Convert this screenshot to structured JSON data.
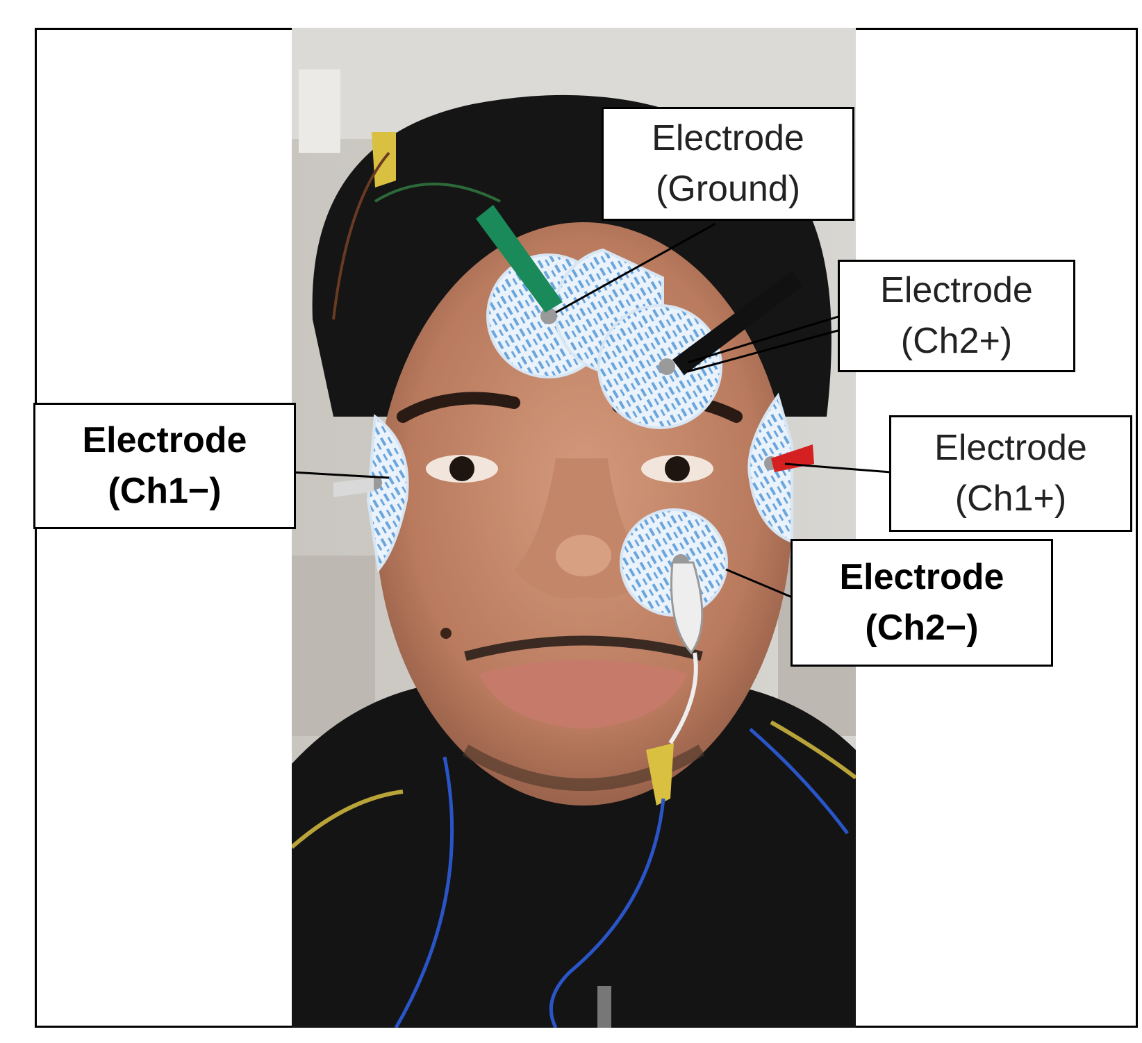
{
  "figure": {
    "labels": [
      {
        "id": "ground",
        "line1": "Electrode",
        "line2": "(Ground)"
      },
      {
        "id": "ch2plus",
        "line1": "Electrode",
        "line2": "(Ch2+)"
      },
      {
        "id": "ch1minus",
        "line1": "Electrode",
        "line2": "(Ch1−)"
      },
      {
        "id": "ch1plus",
        "line1": "Electrode",
        "line2": "(Ch1+)"
      },
      {
        "id": "ch2minus",
        "line1": "Electrode",
        "line2": "(Ch2−)"
      }
    ],
    "colors": {
      "electrode_pad": "#e8f1fb",
      "pad_print": "#5b9bd5",
      "clip_green": "#1a8a5a",
      "clip_red": "#d42020",
      "clip_black": "#111111",
      "clip_yellow": "#d9c040",
      "wire_blue": "#2a55c8"
    }
  }
}
